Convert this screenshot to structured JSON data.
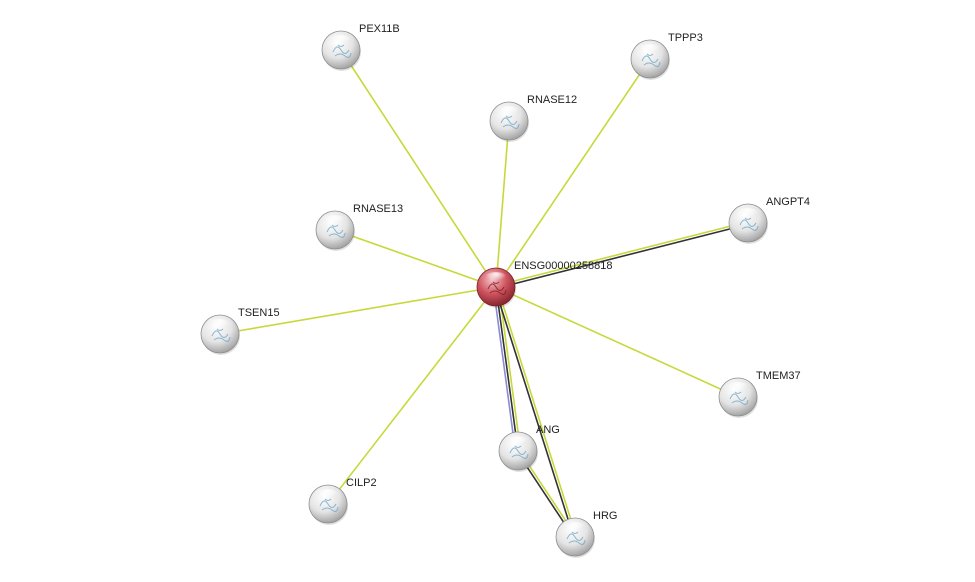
{
  "network": {
    "center": "ENSG00000258818",
    "nodes": [
      {
        "id": "ENSG00000258818",
        "label": "ENSG00000258818",
        "kind": "query",
        "color": "#c0434e"
      },
      {
        "id": "PEX11B",
        "label": "PEX11B",
        "kind": "partner",
        "color": "#e6e6e6"
      },
      {
        "id": "TPPP3",
        "label": "TPPP3",
        "kind": "partner",
        "color": "#e6e6e6"
      },
      {
        "id": "RNASE12",
        "label": "RNASE12",
        "kind": "partner",
        "color": "#e6e6e6"
      },
      {
        "id": "ANGPT4",
        "label": "ANGPT4",
        "kind": "partner",
        "color": "#e6e6e6"
      },
      {
        "id": "RNASE13",
        "label": "RNASE13",
        "kind": "partner",
        "color": "#e6e6e6"
      },
      {
        "id": "TSEN15",
        "label": "TSEN15",
        "kind": "partner",
        "color": "#e6e6e6"
      },
      {
        "id": "TMEM37",
        "label": "TMEM37",
        "kind": "partner",
        "color": "#e6e6e6"
      },
      {
        "id": "ANG",
        "label": "ANG",
        "kind": "partner",
        "color": "#e6e6e6"
      },
      {
        "id": "CILP2",
        "label": "CILP2",
        "kind": "partner",
        "color": "#e6e6e6"
      },
      {
        "id": "HRG",
        "label": "HRG",
        "kind": "partner",
        "color": "#e6e6e6"
      }
    ],
    "edges": [
      {
        "source": "ENSG00000258818",
        "target": "PEX11B",
        "evidence": [
          "textmining"
        ]
      },
      {
        "source": "ENSG00000258818",
        "target": "TPPP3",
        "evidence": [
          "textmining"
        ]
      },
      {
        "source": "ENSG00000258818",
        "target": "RNASE12",
        "evidence": [
          "textmining"
        ]
      },
      {
        "source": "ENSG00000258818",
        "target": "ANGPT4",
        "evidence": [
          "textmining",
          "coexpression"
        ]
      },
      {
        "source": "ENSG00000258818",
        "target": "RNASE13",
        "evidence": [
          "textmining"
        ]
      },
      {
        "source": "ENSG00000258818",
        "target": "TSEN15",
        "evidence": [
          "textmining"
        ]
      },
      {
        "source": "ENSG00000258818",
        "target": "TMEM37",
        "evidence": [
          "textmining"
        ]
      },
      {
        "source": "ENSG00000258818",
        "target": "ANG",
        "evidence": [
          "textmining",
          "coexpression",
          "homology"
        ]
      },
      {
        "source": "ENSG00000258818",
        "target": "CILP2",
        "evidence": [
          "textmining"
        ]
      },
      {
        "source": "ENSG00000258818",
        "target": "HRG",
        "evidence": [
          "textmining",
          "coexpression"
        ]
      },
      {
        "source": "ANG",
        "target": "HRG",
        "evidence": [
          "textmining",
          "coexpression"
        ]
      }
    ],
    "evidence_colors": {
      "textmining": "#c7d93a",
      "coexpression": "#333333",
      "homology": "#8b8bd6"
    }
  }
}
